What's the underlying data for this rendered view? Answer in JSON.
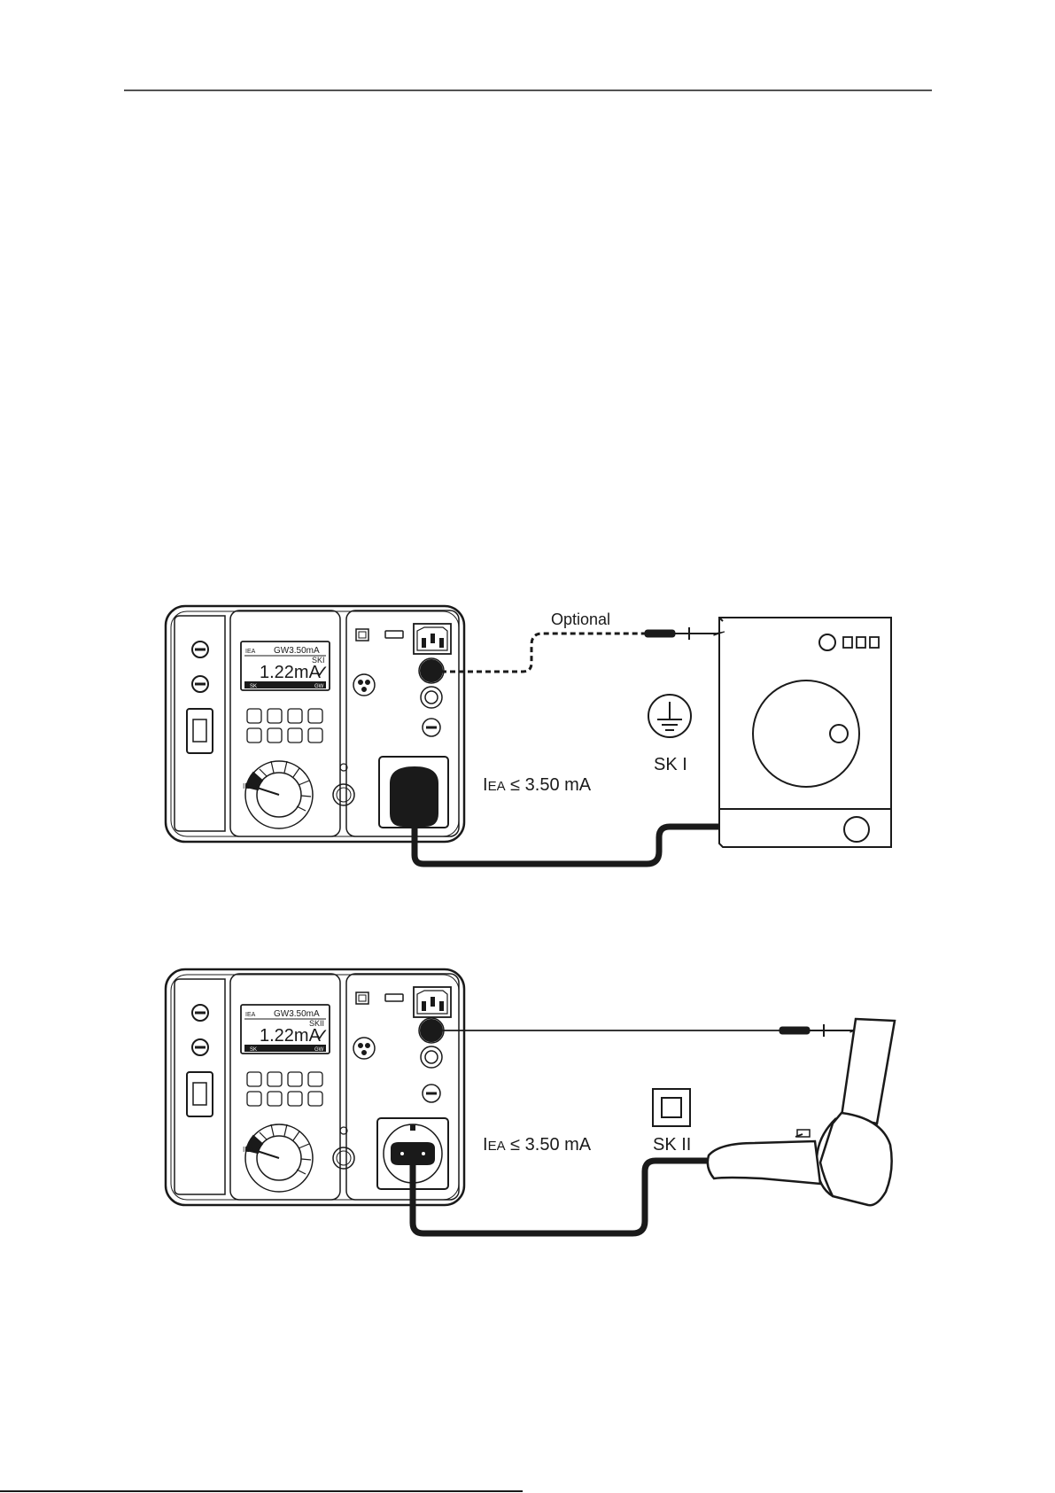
{
  "diagram1": {
    "display": {
      "label_iea": "IEA",
      "limit": "GW3.50mA",
      "class": "SKI",
      "reading": "1.22mA",
      "check": "✓",
      "softkey_left": "SK",
      "softkey_right": "GW"
    },
    "dial_label": "IEA",
    "optional_label": "Optional",
    "formula_prefix": "I",
    "formula_sub": "EA",
    "formula_rest": " ≤ 3.50 mA",
    "class_label": "SK I"
  },
  "diagram2": {
    "display": {
      "label_iea": "IEA",
      "limit": "GW3.50mA",
      "class": "SKII",
      "reading": "1.22mA",
      "check": "✓",
      "softkey_left": "SK",
      "softkey_right": "GW"
    },
    "dial_label": "IEA",
    "formula_prefix": "I",
    "formula_sub": "EA",
    "formula_rest": " ≤ 3.50 mA",
    "class_label": "SK II"
  },
  "icons": [
    "protective-earth-icon",
    "double-insulation-icon",
    "check-icon"
  ],
  "colors": {
    "ink": "#1a1a1a",
    "paper": "#ffffff"
  }
}
